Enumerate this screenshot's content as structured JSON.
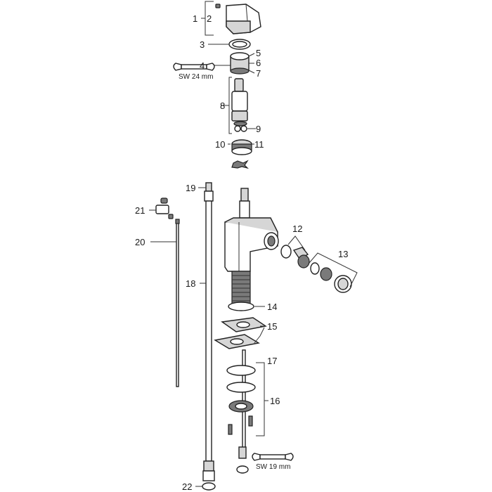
{
  "labels": {
    "p1": "1",
    "p2": "2",
    "p3": "3",
    "p4": "4",
    "p5": "5",
    "p6": "6",
    "p7": "7",
    "p8": "8",
    "p9": "9",
    "p10": "10",
    "p11": "11",
    "p12": "12",
    "p13": "13",
    "p14": "14",
    "p15": "15",
    "p16": "16",
    "p17": "17",
    "p18": "18",
    "p19": "19",
    "p20": "20",
    "p21": "21",
    "p22": "22"
  },
  "wrench_top": "SW 24 mm",
  "wrench_bottom": "SW 19 mm"
}
